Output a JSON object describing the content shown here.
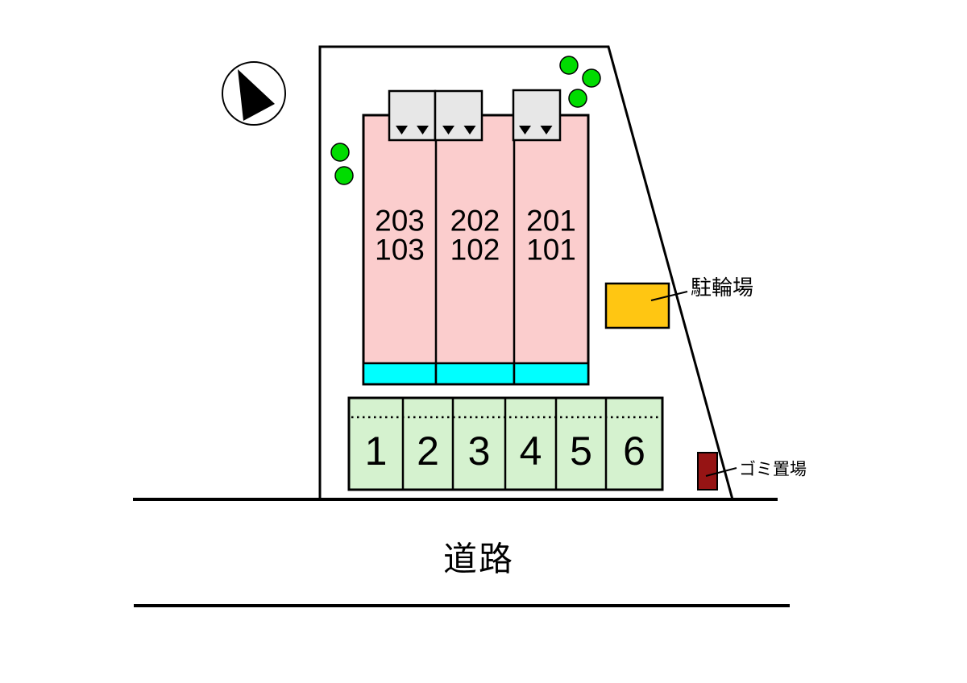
{
  "page": {
    "background": "#FFFFFF"
  },
  "building": {
    "units": [
      {
        "upper": "203",
        "lower": "103"
      },
      {
        "upper": "202",
        "lower": "102"
      },
      {
        "upper": "201",
        "lower": "101"
      }
    ]
  },
  "parking": {
    "spaces": [
      "1",
      "2",
      "3",
      "4",
      "5",
      "6"
    ]
  },
  "labels": {
    "bicycle_parking": "駐輪場",
    "garbage_area": "ゴミ置場",
    "road": "道路"
  },
  "icons": {
    "north_arrow": "black triangle in circle",
    "entrance_marker": "▼",
    "tree": "●"
  },
  "colors": {
    "building": "#FBCDCD",
    "balcony": "#00FFFF",
    "entrance": "#E7E7E7",
    "parking_area": "#D5F2CF",
    "tree": "#00DC00",
    "bicycle_parking": "#FFC612",
    "garbage": "#961414",
    "outline": "#000000"
  }
}
